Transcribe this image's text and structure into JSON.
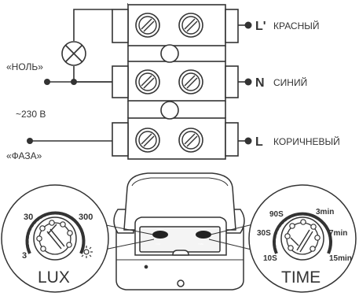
{
  "terminals": [
    {
      "letter": "L'",
      "name": "КРАСНЫЙ"
    },
    {
      "letter": "N",
      "name": "СИНИЙ"
    },
    {
      "letter": "L",
      "name": "КОРИЧНЕВЫЙ"
    }
  ],
  "labels": {
    "neutral": "«НОЛЬ»",
    "voltage": "~230 В",
    "phase": "«ФАЗА»"
  },
  "lux_dial": {
    "ticks": [
      "30",
      "300",
      "3"
    ],
    "caption": "LUX"
  },
  "time_dial": {
    "ticks": [
      "90S",
      "3min",
      "30S",
      "7min",
      "10S",
      "15min"
    ],
    "caption": "TIME"
  },
  "sensor_knob_labels": [
    "LUX",
    "TIME"
  ],
  "colors": {
    "line": "#333333",
    "fill": "#ffffff"
  }
}
